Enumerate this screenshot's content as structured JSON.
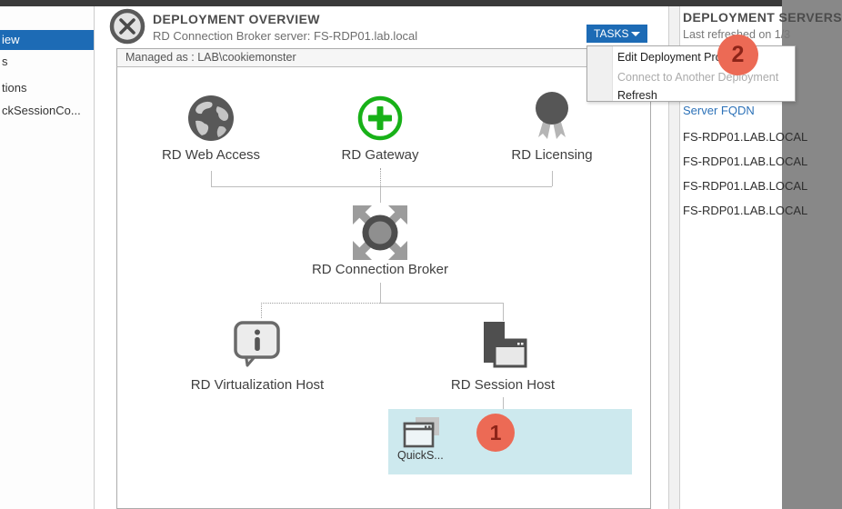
{
  "sidebar": {
    "items": [
      {
        "label": "iew",
        "selected": true
      },
      {
        "label": "s",
        "selected": false
      },
      {
        "label": "tions",
        "selected": false
      },
      {
        "label": "ckSessionCo...",
        "selected": false
      }
    ]
  },
  "overview": {
    "title": "DEPLOYMENT OVERVIEW",
    "subtitle": "RD Connection Broker server: FS-RDP01.lab.local",
    "managed_as": "Managed as : LAB\\cookiemonster",
    "tasks_button": "TASKS",
    "tasks_menu": {
      "items": [
        {
          "label": "Edit Deployment Properties",
          "enabled": true
        },
        {
          "label": "Connect to Another Deployment",
          "enabled": false
        },
        {
          "label": "Refresh",
          "enabled": true
        }
      ]
    }
  },
  "diagram": {
    "nodes": {
      "web_access": "RD Web Access",
      "gateway": "RD Gateway",
      "licensing": "RD Licensing",
      "broker": "RD Connection Broker",
      "virtualization_host": "RD Virtualization Host",
      "session_host": "RD Session Host"
    },
    "collection": {
      "label": "QuickS..."
    }
  },
  "deployment_servers": {
    "title": "DEPLOYMENT SERVERS",
    "last_refreshed": "Last refreshed on 1/3",
    "column_header": "Server FQDN",
    "rows": [
      "FS-RDP01.LAB.LOCAL",
      "FS-RDP01.LAB.LOCAL",
      "FS-RDP01.LAB.LOCAL",
      "FS-RDP01.LAB.LOCAL"
    ]
  },
  "annotations": {
    "badge_one": "1",
    "badge_two": "2"
  },
  "colors": {
    "accent_blue": "#1d6bb5",
    "link_blue": "#2d72b8",
    "badge_red": "#ec6a55",
    "badge_number": "#8d2418",
    "highlight_cyan": "#cde9ee",
    "gateway_green": "#18b118",
    "topbar_dark": "#3a3a3a"
  }
}
